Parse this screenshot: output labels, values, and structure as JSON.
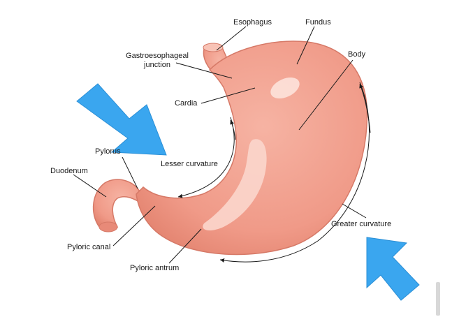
{
  "labels": {
    "esophagus": "Esophagus",
    "fundus": "Fundus",
    "gastroesophageal_junction_line1": "Gastroesophageal",
    "gastroesophageal_junction_line2": "junction",
    "body": "Body",
    "cardia": "Cardia",
    "pylorus": "Pylorus",
    "lesser_curvature": "Lesser curvature",
    "duodenum": "Duodenum",
    "greater_curvature": "Greater curvature",
    "pyloric_canal": "Pyloric canal",
    "pyloric_antrum": "Pyloric antrum"
  },
  "colors": {
    "stomach_fill": "#f2a08f",
    "stomach_stroke": "#d67967",
    "highlight": "#fbd6cc",
    "arrow_blue": "#3aa6ef",
    "leader_line": "#1a1a1a"
  },
  "icons": {
    "left_arrow": "down-right-arrow-icon",
    "right_arrow": "up-left-arrow-icon"
  }
}
